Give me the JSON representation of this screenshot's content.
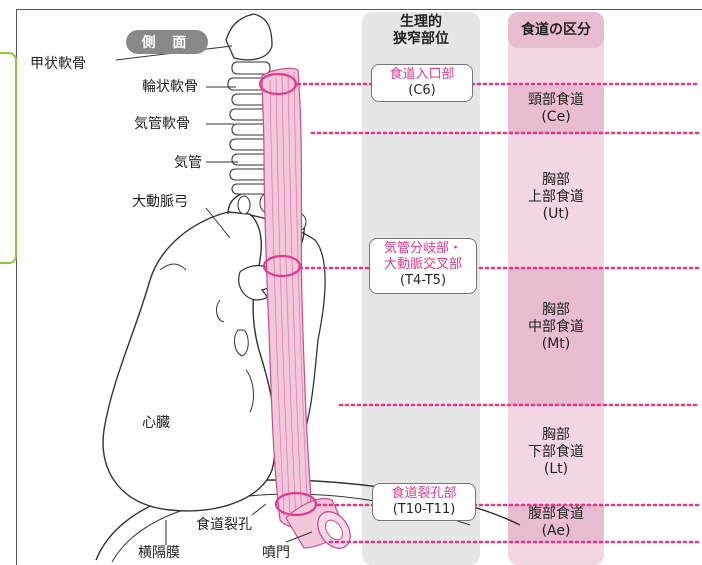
{
  "labels": {
    "view": "側 面",
    "thyroid_cartilage": "甲状軟骨",
    "cricoid_cartilage": "輪状軟骨",
    "tracheal_cartilage": "気管軟骨",
    "trachea": "気管",
    "aortic_arch": "大動脈弓",
    "heart": "心臓",
    "esophageal_hiatus": "食道裂孔",
    "diaphragm": "横隔膜",
    "cardia": "噴門"
  },
  "columns": {
    "narrowing_header": "生理的\n狭窄部位",
    "division_header": "食道の区分"
  },
  "narrowings": [
    {
      "name": "食道入口部",
      "level": "(C6)"
    },
    {
      "name": "気管分岐部・\n大動脈交叉部",
      "level": "(T4-T5)"
    },
    {
      "name": "食道裂孔部",
      "level": "(T10-T11)"
    }
  ],
  "divisions": [
    {
      "name": "頸部食道",
      "abbr": "(Ce)"
    },
    {
      "name": "胸部\n上部食道",
      "abbr": "(Ut)"
    },
    {
      "name": "胸部\n中部食道",
      "abbr": "(Mt)"
    },
    {
      "name": "胸部\n下部食道",
      "abbr": "(Lt)"
    },
    {
      "name": "腹部食道",
      "abbr": "(Ae)"
    }
  ],
  "colors": {
    "pink": "#e0398a",
    "pink_light": "#f3d6e3",
    "pink_mid": "#e8bcd1",
    "gray_column": "#e6e6e6",
    "line": "#333333"
  }
}
